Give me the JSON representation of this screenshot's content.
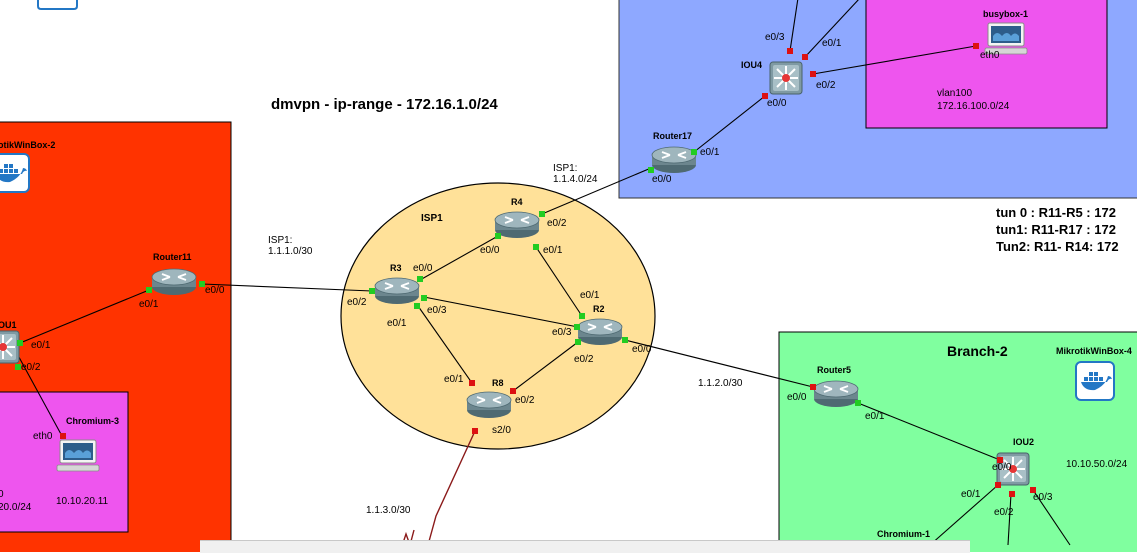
{
  "diagram_title": "dmvpn - ip-range - 172.16.1.0/24",
  "tunnels": [
    "tun 0 : R11-R5 : 172",
    "tun1: R11-R17 : 172",
    "Tun2: R11- R14: 172"
  ],
  "colors": {
    "red_zone": "#ff3300",
    "blue_zone": "#8ea8ff",
    "magenta_zone": "#ee55ee",
    "green_zone": "#80ff9f",
    "isp_cloud": "#ffe199",
    "link_line": "#000000",
    "serial_link": "#8b1a1a",
    "port_up": "#22cc22",
    "port_down": "#dd1111",
    "docker_blue": "#2377c5",
    "router_body": "#7d98a0"
  },
  "zones": {
    "isp": {
      "label": "ISP1"
    },
    "branch2": {
      "label": "Branch-2"
    },
    "vlan100": {
      "label": "vlan100",
      "subnet": "172.16.100.0/24"
    },
    "site1_net": {
      "partial_vlan": "0",
      "subnet": "20.0/24"
    },
    "branch2_subnet": "10.10.50.0/24"
  },
  "nodes": {
    "mikrotik2": {
      "label": "otikWinBox-2",
      "icon": "docker-icon"
    },
    "router11": {
      "label": "Router11",
      "icon": "router-icon"
    },
    "iou1": {
      "label": "OU1",
      "icon": "switch-icon"
    },
    "chromium3": {
      "label": "Chromium-3",
      "ip": "10.10.20.11",
      "icon": "monitor-icon"
    },
    "r3": {
      "label": "R3",
      "icon": "router-icon"
    },
    "r4": {
      "label": "R4",
      "icon": "router-icon"
    },
    "r2": {
      "label": "R2",
      "icon": "router-icon"
    },
    "r8": {
      "label": "R8",
      "icon": "router-icon"
    },
    "router17": {
      "label": "Router17",
      "icon": "router-icon"
    },
    "iou4": {
      "label": "IOU4",
      "icon": "switch-icon"
    },
    "busybox1": {
      "label": "busybox-1",
      "icon": "monitor-icon"
    },
    "router5": {
      "label": "Router5",
      "icon": "router-icon"
    },
    "iou2": {
      "label": "IOU2",
      "icon": "switch-icon"
    },
    "mikrotik4": {
      "label": "MikrotikWinBox-4",
      "icon": "docker-icon"
    },
    "chromium1": {
      "label": "Chromium-1",
      "icon": "monitor-icon"
    }
  },
  "links": {
    "isp1_r11": {
      "line1": "ISP1:",
      "line2": "1.1.1.0/30"
    },
    "isp1_r17": {
      "line1": "ISP1:",
      "line2": "1.1.4.0/24"
    },
    "r2_r5": "1.1.2.0/30",
    "r8_s2": "1.1.3.0/30"
  },
  "ports": {
    "r11_e01": "e0/1",
    "r11_e00": "e0/0",
    "iou1_e01": "e0/1",
    "iou1_e02": "e0/2",
    "chr3_eth0": "eth0",
    "r3_e00": "e0/0",
    "r3_e02": "e0/2",
    "r3_e03": "e0/3",
    "r3_e01": "e0/1",
    "r4_e00": "e0/0",
    "r4_e02": "e0/2",
    "r4_e01": "e0/1",
    "r2_e01": "e0/1",
    "r2_e03": "e0/3",
    "r2_e02": "e0/2",
    "r2_e00": "e0/0",
    "r8_e01": "e0/1",
    "r8_e02": "e0/2",
    "r8_s20": "s2/0",
    "r17_e01": "e0/1",
    "r17_e00": "e0/0",
    "iou4_e03": "e0/3",
    "iou4_e01": "e0/1",
    "iou4_e02": "e0/2",
    "iou4_e00": "e0/0",
    "bb1_eth0": "eth0",
    "r5_e00": "e0/0",
    "r5_e01": "e0/1",
    "iou2_e00": "e0/0",
    "iou2_e01": "e0/1",
    "iou2_e02": "e0/2",
    "iou2_e03": "e0/3"
  }
}
